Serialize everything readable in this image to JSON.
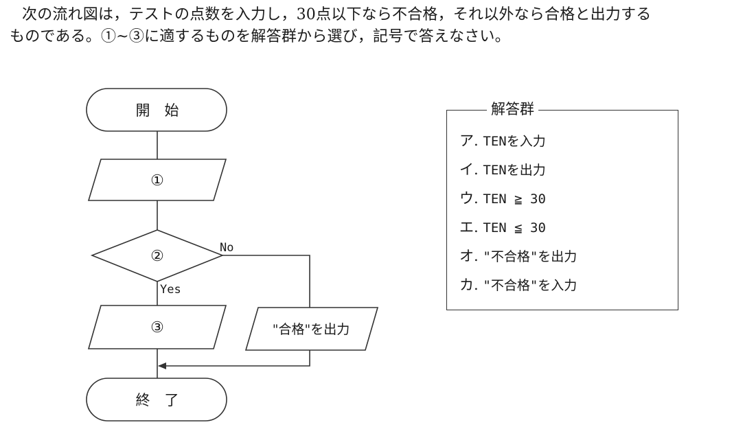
{
  "question": {
    "line1": "次の流れ図は，テストの点数を入力し，30点以下なら不合格，それ以外なら合格と出力する",
    "line2": "ものである。①~③に適するものを解答群から選び，記号で答えなさい。"
  },
  "flowchart": {
    "start": "開　始",
    "step1": "①",
    "decision": "②",
    "no_label": "No",
    "yes_label": "Yes",
    "step3": "③",
    "pass_output": "\"合格\"を出力",
    "end": "終　了"
  },
  "answers": {
    "title": "解答群",
    "options": [
      {
        "key": "ア.",
        "text": "TENを入力"
      },
      {
        "key": "イ.",
        "text": "TENを出力"
      },
      {
        "key": "ウ.",
        "text": "TEN ≧ 30"
      },
      {
        "key": "エ.",
        "text": "TEN ≦ 30"
      },
      {
        "key": "オ.",
        "text": "\"不合格\"を出力"
      },
      {
        "key": "カ.",
        "text": "\"不合格\"を入力"
      }
    ]
  }
}
